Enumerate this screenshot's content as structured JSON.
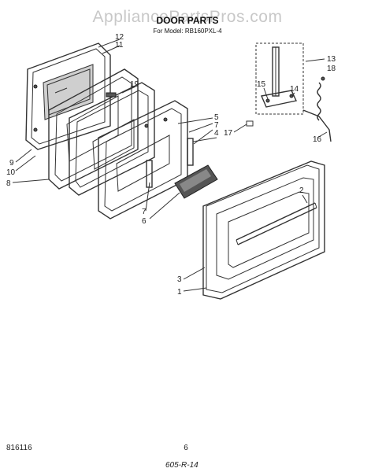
{
  "watermark": "AppliancePartsPros.com",
  "title": "DOOR PARTS",
  "model_line": "For Model: RB160PXL-4",
  "callouts": {
    "c1": "1",
    "c2": "2",
    "c3": "3",
    "c4": "4",
    "c5": "5",
    "c6": "6",
    "c7a": "7",
    "c7b": "7",
    "c8": "8",
    "c9": "9",
    "c10": "10",
    "c11": "11",
    "c12": "12",
    "c13": "13",
    "c14": "14",
    "c15": "15",
    "c16": "16",
    "c17": "17",
    "c18": "18",
    "c19": "19"
  },
  "footer": {
    "code_left": "816116",
    "page_number": "6",
    "handwritten": "605-R-14"
  }
}
